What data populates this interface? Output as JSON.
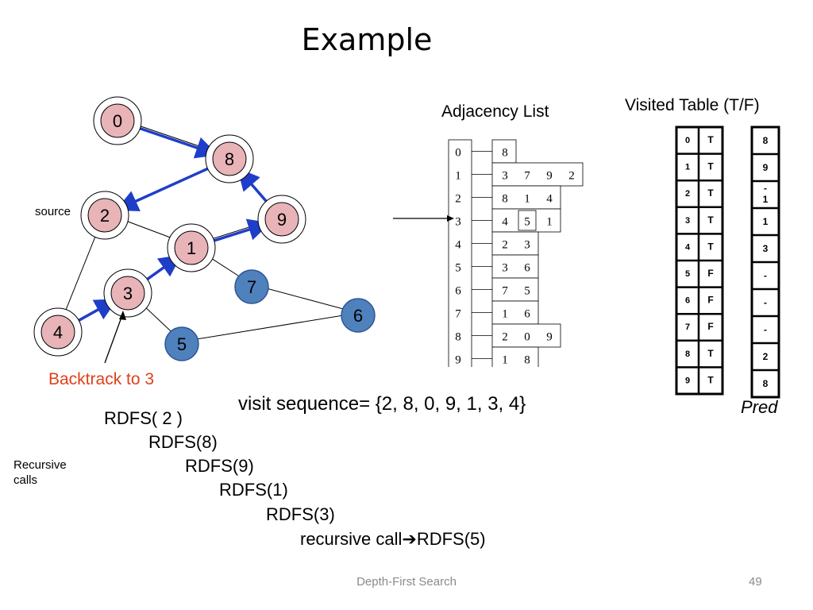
{
  "slide": {
    "title": "Example",
    "footer": "Depth-First Search",
    "page_number": "49"
  },
  "graph": {
    "source_label": "source",
    "backtrack_label": "Backtrack to 3",
    "nodes": [
      {
        "id": "0",
        "color": "#e8b4b8",
        "circled": true
      },
      {
        "id": "8",
        "color": "#e8b4b8",
        "circled": true
      },
      {
        "id": "2",
        "color": "#e8b4b8",
        "circled": true
      },
      {
        "id": "9",
        "color": "#e8b4b8",
        "circled": true
      },
      {
        "id": "1",
        "color": "#e8b4b8",
        "circled": true
      },
      {
        "id": "3",
        "color": "#e8b4b8",
        "circled": true
      },
      {
        "id": "4",
        "color": "#e8b4b8",
        "circled": true
      },
      {
        "id": "7",
        "color": "#4f81bd",
        "circled": false
      },
      {
        "id": "6",
        "color": "#4f81bd",
        "circled": false
      },
      {
        "id": "5",
        "color": "#4f81bd",
        "circled": false
      }
    ],
    "tree_edge_color": "#1f3ec8"
  },
  "adjacency": {
    "label": "Adjacency List",
    "rows": [
      {
        "index": "0",
        "neighbors": [
          "8"
        ]
      },
      {
        "index": "1",
        "neighbors": [
          "3",
          "7",
          "9",
          "2"
        ]
      },
      {
        "index": "2",
        "neighbors": [
          "8",
          "1",
          "4"
        ]
      },
      {
        "index": "3",
        "neighbors": [
          "4",
          "5",
          "1"
        ]
      },
      {
        "index": "4",
        "neighbors": [
          "2",
          "3"
        ]
      },
      {
        "index": "5",
        "neighbors": [
          "3",
          "6"
        ]
      },
      {
        "index": "6",
        "neighbors": [
          "7",
          "5"
        ]
      },
      {
        "index": "7",
        "neighbors": [
          "1",
          "6"
        ]
      },
      {
        "index": "8",
        "neighbors": [
          "2",
          "0",
          "9"
        ]
      },
      {
        "index": "9",
        "neighbors": [
          "1",
          "8"
        ]
      }
    ]
  },
  "visited": {
    "label": "Visited Table (T/F)",
    "rows": [
      {
        "index": "0",
        "value": "T"
      },
      {
        "index": "1",
        "value": "T"
      },
      {
        "index": "2",
        "value": "T"
      },
      {
        "index": "3",
        "value": "T"
      },
      {
        "index": "4",
        "value": "T"
      },
      {
        "index": "5",
        "value": "F"
      },
      {
        "index": "6",
        "value": "F"
      },
      {
        "index": "7",
        "value": "F"
      },
      {
        "index": "8",
        "value": "T"
      },
      {
        "index": "9",
        "value": "T"
      }
    ]
  },
  "pred": {
    "label": "Pred",
    "values": [
      "8",
      "9",
      "-\n1",
      "1",
      "3",
      "-",
      "-",
      "-",
      "2",
      "8"
    ]
  },
  "visit_sequence": "visit sequence= {2, 8, 0, 9, 1, 3, 4}",
  "recursion": {
    "label": "Recursive calls",
    "calls": [
      "RDFS( 2 )",
      "RDFS(8)",
      "RDFS(9)",
      "RDFS(1)",
      "RDFS(3)"
    ],
    "last_call_prefix": "recursive call",
    "last_call_arrow": "➔",
    "last_call_target": "RDFS(5)"
  }
}
